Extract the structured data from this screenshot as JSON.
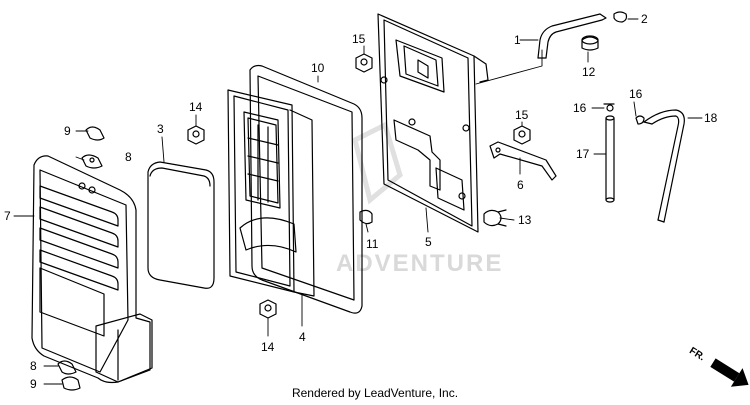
{
  "diagram": {
    "callouts": {
      "p1": "1",
      "p2": "2",
      "p3": "3",
      "p4": "4",
      "p5": "5",
      "p6": "6",
      "p7": "7",
      "p8a": "8",
      "p8b": "8",
      "p9a": "9",
      "p9b": "9",
      "p10": "10",
      "p11": "11",
      "p12": "12",
      "p13": "13",
      "p14a": "14",
      "p14b": "14",
      "p15a": "15",
      "p15b": "15",
      "p16a": "16",
      "p16b": "16",
      "p17": "17",
      "p18": "18"
    },
    "direction_marker": "FR.",
    "watermark": "ADVENTURE",
    "footer": "Rendered by LeadVenture, Inc."
  }
}
